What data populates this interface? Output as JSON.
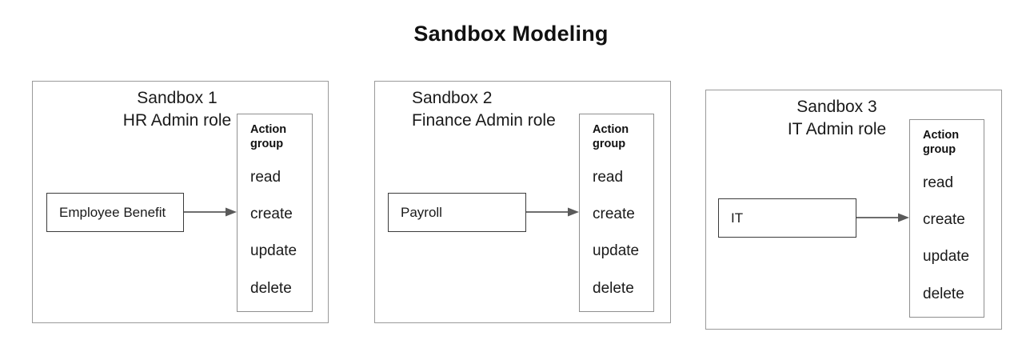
{
  "title": "Sandbox Modeling",
  "colors": {
    "background": "#ffffff",
    "text": "#1a1a1a",
    "outer_border": "#9a9a9a",
    "entity_border": "#3b3b3b",
    "panel_border": "#8f8f8f",
    "arrow": "#5a5a5a"
  },
  "action_group": {
    "title_line1": "Action",
    "title_line2": "group",
    "items": [
      "read",
      "create",
      "update",
      "delete"
    ]
  },
  "sandboxes": [
    {
      "name": "Sandbox 1",
      "role": "HR Admin role",
      "entity": "Employee Benefit",
      "action_group": {
        "title_line1": "Action",
        "title_line2": "group",
        "items": [
          "read",
          "create",
          "update",
          "delete"
        ]
      }
    },
    {
      "name": "Sandbox 2",
      "role": "Finance Admin role",
      "entity": "Payroll",
      "action_group": {
        "title_line1": "Action",
        "title_line2": "group",
        "items": [
          "read",
          "create",
          "update",
          "delete"
        ]
      }
    },
    {
      "name": "Sandbox 3",
      "role": "IT Admin role",
      "entity": "IT",
      "action_group": {
        "title_line1": "Action",
        "title_line2": "group",
        "items": [
          "read",
          "create",
          "update",
          "delete"
        ]
      }
    }
  ]
}
